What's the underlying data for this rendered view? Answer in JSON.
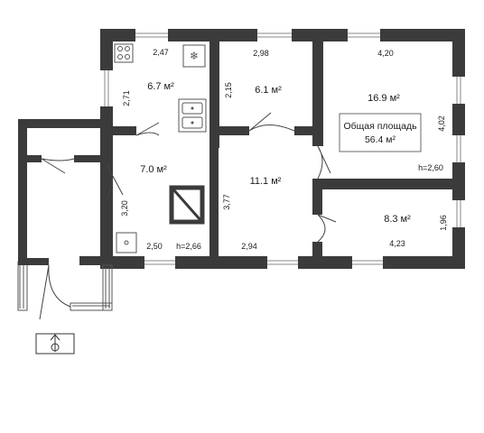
{
  "floor_plan": {
    "total_area": {
      "label": "Общая площадь",
      "value": "56.4 м²"
    },
    "rooms": [
      {
        "id": "kitchen",
        "area": "6.7 м²"
      },
      {
        "id": "room-a",
        "area": "6.1 м²"
      },
      {
        "id": "room-big",
        "area": "16.9 м²"
      },
      {
        "id": "hall",
        "area": "7.0 м²"
      },
      {
        "id": "room-mid",
        "area": "11.1 м²"
      },
      {
        "id": "room-sm",
        "area": "8.3 м²"
      }
    ],
    "dimensions": {
      "kitchen_top": "2,47",
      "kitchen_side": "2,71",
      "room_a_top": "2,98",
      "room_a_side": "2,15",
      "big_top": "4,20",
      "big_side": "4,02",
      "big_height": "h=2,60",
      "hall_side": "3,20",
      "hall_bottom": "2,50",
      "hall_height": "h=2,66",
      "mid_side": "3,77",
      "mid_bottom": "2,94",
      "small_side": "1,96",
      "small_bottom": "4,23"
    },
    "colors": {
      "wall": "#3b3b3b",
      "window_line": "#8a8a8a",
      "line": "#444444"
    }
  }
}
